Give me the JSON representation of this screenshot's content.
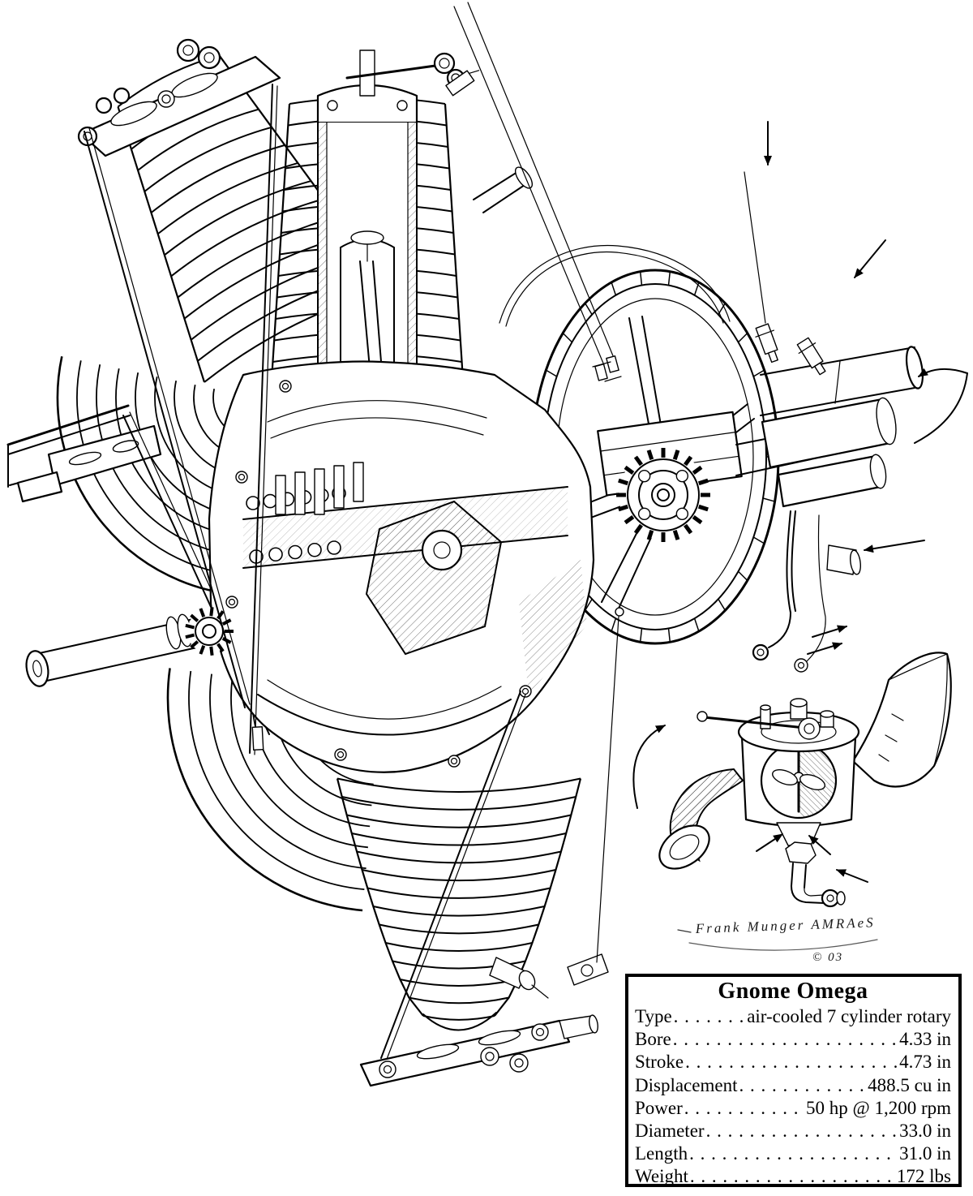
{
  "illustration": {
    "signature": "Frank Munger  AMRAeS",
    "copyright_year": "© 03"
  },
  "spec_table": {
    "title": "Gnome Omega",
    "rows": [
      {
        "label": "Type",
        "value": "air-cooled 7 cylinder rotary"
      },
      {
        "label": "Bore",
        "value": "4.33 in"
      },
      {
        "label": "Stroke",
        "value": "4.73 in"
      },
      {
        "label": "Displacement",
        "value": "488.5 cu in"
      },
      {
        "label": "Power",
        "value": "50 hp @ 1,200 rpm"
      },
      {
        "label": "Diameter",
        "value": "33.0 in"
      },
      {
        "label": "Length",
        "value": "31.0 in"
      },
      {
        "label": "Weight",
        "value": "172 lbs"
      }
    ]
  },
  "colors": {
    "ink": "#000000",
    "paper": "#ffffff"
  }
}
